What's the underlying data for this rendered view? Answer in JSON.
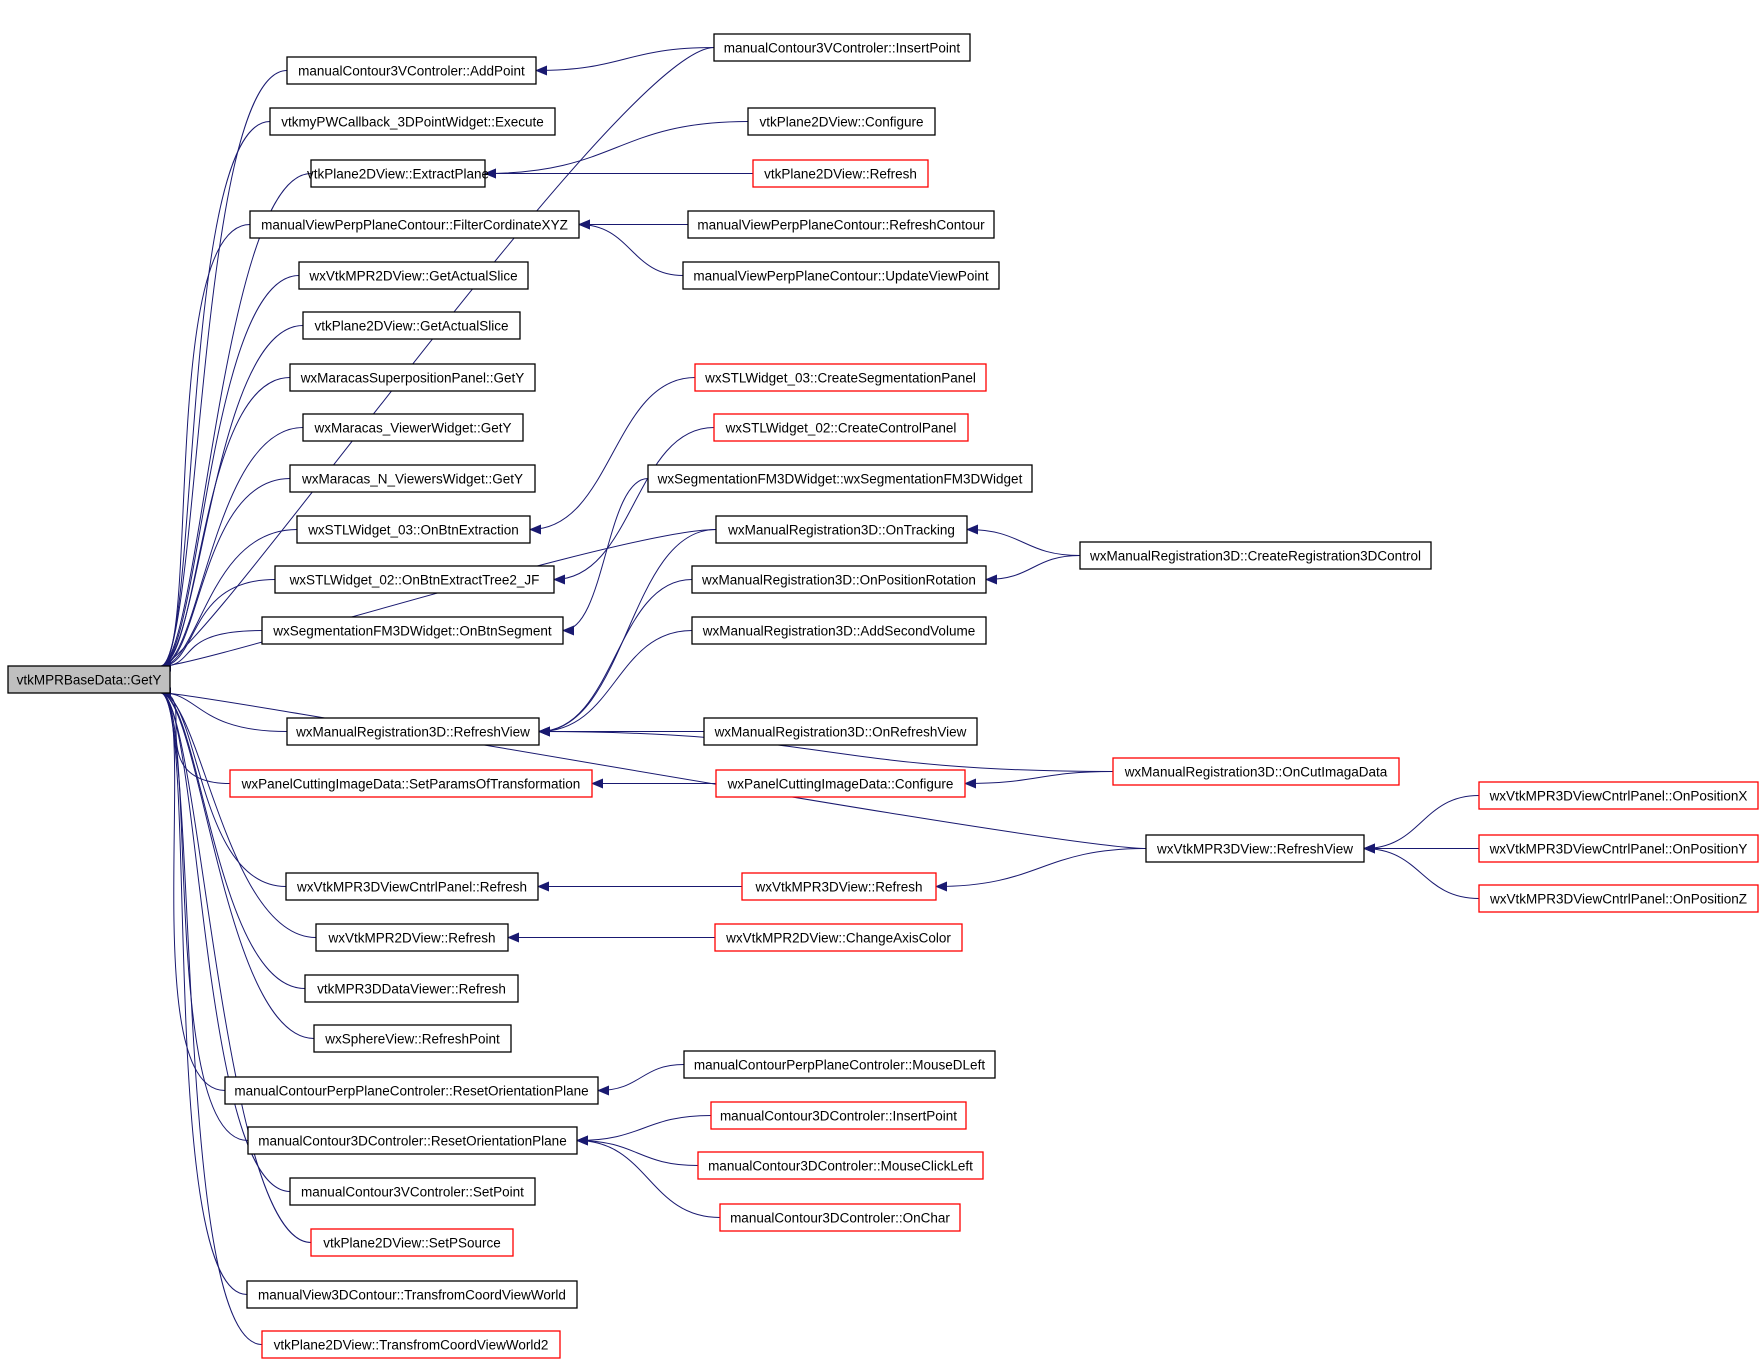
{
  "colors": {
    "edge": "#191970",
    "node_border": "#000000",
    "node_border_truncated": "#ff0000",
    "root_fill": "#bfbfbf",
    "node_fill": "#ffffff"
  },
  "nodes": [
    {
      "id": "n0",
      "label": "vtkMPRBaseData::GetY",
      "border": "black",
      "root": true
    },
    {
      "id": "n1",
      "label": "manualContour3VControler::AddPoint",
      "border": "black"
    },
    {
      "id": "n2",
      "label": "manualContour3VControler::InsertPoint",
      "border": "black"
    },
    {
      "id": "n3",
      "label": "vtkmyPWCallback_3DPointWidget::Execute",
      "border": "black"
    },
    {
      "id": "n4",
      "label": "vtkPlane2DView::ExtractPlane",
      "border": "black"
    },
    {
      "id": "n5",
      "label": "vtkPlane2DView::Configure",
      "border": "black"
    },
    {
      "id": "n6",
      "label": "vtkPlane2DView::Refresh",
      "border": "red"
    },
    {
      "id": "n7",
      "label": "manualViewPerpPlaneContour::FilterCordinateXYZ",
      "border": "black"
    },
    {
      "id": "n8",
      "label": "manualViewPerpPlaneContour::RefreshContour",
      "border": "black"
    },
    {
      "id": "n9",
      "label": "manualViewPerpPlaneContour::UpdateViewPoint",
      "border": "black"
    },
    {
      "id": "n10",
      "label": "wxVtkMPR2DView::GetActualSlice",
      "border": "black"
    },
    {
      "id": "n11",
      "label": "vtkPlane2DView::GetActualSlice",
      "border": "black"
    },
    {
      "id": "n12",
      "label": "wxMaracasSuperpositionPanel::GetY",
      "border": "black"
    },
    {
      "id": "n13",
      "label": "wxMaracas_ViewerWidget::GetY",
      "border": "black"
    },
    {
      "id": "n14",
      "label": "wxMaracas_N_ViewersWidget::GetY",
      "border": "black"
    },
    {
      "id": "n15",
      "label": "wxSTLWidget_03::OnBtnExtraction",
      "border": "black"
    },
    {
      "id": "n16",
      "label": "wxSTLWidget_03::CreateSegmentationPanel",
      "border": "red"
    },
    {
      "id": "n17",
      "label": "wxSTLWidget_02::OnBtnExtractTree2_JF",
      "border": "black"
    },
    {
      "id": "n18",
      "label": "wxSTLWidget_02::CreateControlPanel",
      "border": "red"
    },
    {
      "id": "n19",
      "label": "wxSegmentationFM3DWidget::OnBtnSegment",
      "border": "black"
    },
    {
      "id": "n20",
      "label": "wxSegmentationFM3DWidget::wxSegmentationFM3DWidget",
      "border": "black"
    },
    {
      "id": "n21",
      "label": "wxManualRegistration3D::OnTracking",
      "border": "black"
    },
    {
      "id": "n22",
      "label": "wxManualRegistration3D::CreateRegistration3DControl",
      "border": "black"
    },
    {
      "id": "n23",
      "label": "wxManualRegistration3D::OnPositionRotation",
      "border": "black"
    },
    {
      "id": "n24",
      "label": "wxManualRegistration3D::AddSecondVolume",
      "border": "black"
    },
    {
      "id": "n25",
      "label": "wxManualRegistration3D::RefreshView",
      "border": "black"
    },
    {
      "id": "n26",
      "label": "wxManualRegistration3D::OnRefreshView",
      "border": "black"
    },
    {
      "id": "n27",
      "label": "wxManualRegistration3D::OnCutImagaData",
      "border": "red"
    },
    {
      "id": "n28",
      "label": "wxPanelCuttingImageData::SetParamsOfTransformation",
      "border": "red"
    },
    {
      "id": "n29",
      "label": "wxPanelCuttingImageData::Configure",
      "border": "red"
    },
    {
      "id": "n30",
      "label": "wxVtkMPR3DView::RefreshView",
      "border": "black"
    },
    {
      "id": "n31",
      "label": "wxVtkMPR3DViewCntrlPanel::OnPositionX",
      "border": "red"
    },
    {
      "id": "n32",
      "label": "wxVtkMPR3DViewCntrlPanel::OnPositionY",
      "border": "red"
    },
    {
      "id": "n33",
      "label": "wxVtkMPR3DViewCntrlPanel::OnPositionZ",
      "border": "red"
    },
    {
      "id": "n34",
      "label": "wxVtkMPR3DViewCntrlPanel::Refresh",
      "border": "black"
    },
    {
      "id": "n35",
      "label": "wxVtkMPR3DView::Refresh",
      "border": "red"
    },
    {
      "id": "n36",
      "label": "wxVtkMPR2DView::Refresh",
      "border": "black"
    },
    {
      "id": "n37",
      "label": "wxVtkMPR2DView::ChangeAxisColor",
      "border": "red"
    },
    {
      "id": "n38",
      "label": "vtkMPR3DDataViewer::Refresh",
      "border": "black"
    },
    {
      "id": "n39",
      "label": "wxSphereView::RefreshPoint",
      "border": "black"
    },
    {
      "id": "n40",
      "label": "manualContourPerpPlaneControler::ResetOrientationPlane",
      "border": "black"
    },
    {
      "id": "n41",
      "label": "manualContourPerpPlaneControler::MouseDLeft",
      "border": "black"
    },
    {
      "id": "n42",
      "label": "manualContour3DControler::ResetOrientationPlane",
      "border": "black"
    },
    {
      "id": "n43",
      "label": "manualContour3DControler::InsertPoint",
      "border": "red"
    },
    {
      "id": "n44",
      "label": "manualContour3DControler::MouseClickLeft",
      "border": "red"
    },
    {
      "id": "n45",
      "label": "manualContour3DControler::OnChar",
      "border": "red"
    },
    {
      "id": "n46",
      "label": "manualContour3VControler::SetPoint",
      "border": "black"
    },
    {
      "id": "n47",
      "label": "vtkPlane2DView::SetPSource",
      "border": "red"
    },
    {
      "id": "n48",
      "label": "manualView3DContour::TransfromCoordViewWorld",
      "border": "black"
    },
    {
      "id": "n49",
      "label": "vtkPlane2DView::TransfromCoordViewWorld2",
      "border": "red"
    }
  ],
  "edges": [
    {
      "from": "n1",
      "to": "n0"
    },
    {
      "from": "n2",
      "to": "n0"
    },
    {
      "from": "n3",
      "to": "n0"
    },
    {
      "from": "n4",
      "to": "n0"
    },
    {
      "from": "n7",
      "to": "n0"
    },
    {
      "from": "n10",
      "to": "n0"
    },
    {
      "from": "n11",
      "to": "n0"
    },
    {
      "from": "n12",
      "to": "n0"
    },
    {
      "from": "n13",
      "to": "n0"
    },
    {
      "from": "n14",
      "to": "n0"
    },
    {
      "from": "n15",
      "to": "n0"
    },
    {
      "from": "n17",
      "to": "n0"
    },
    {
      "from": "n19",
      "to": "n0"
    },
    {
      "from": "n21",
      "to": "n0"
    },
    {
      "from": "n25",
      "to": "n0"
    },
    {
      "from": "n28",
      "to": "n0"
    },
    {
      "from": "n30",
      "to": "n0"
    },
    {
      "from": "n34",
      "to": "n0"
    },
    {
      "from": "n36",
      "to": "n0"
    },
    {
      "from": "n38",
      "to": "n0"
    },
    {
      "from": "n39",
      "to": "n0"
    },
    {
      "from": "n40",
      "to": "n0"
    },
    {
      "from": "n42",
      "to": "n0"
    },
    {
      "from": "n46",
      "to": "n0"
    },
    {
      "from": "n47",
      "to": "n0"
    },
    {
      "from": "n48",
      "to": "n0"
    },
    {
      "from": "n49",
      "to": "n0"
    },
    {
      "from": "n2",
      "to": "n1"
    },
    {
      "from": "n5",
      "to": "n4"
    },
    {
      "from": "n6",
      "to": "n4"
    },
    {
      "from": "n8",
      "to": "n7"
    },
    {
      "from": "n9",
      "to": "n7"
    },
    {
      "from": "n16",
      "to": "n15"
    },
    {
      "from": "n18",
      "to": "n17"
    },
    {
      "from": "n20",
      "to": "n19"
    },
    {
      "from": "n22",
      "to": "n21"
    },
    {
      "from": "n22",
      "to": "n23"
    },
    {
      "from": "n21",
      "to": "n25"
    },
    {
      "from": "n23",
      "to": "n25"
    },
    {
      "from": "n24",
      "to": "n25"
    },
    {
      "from": "n26",
      "to": "n25"
    },
    {
      "from": "n27",
      "to": "n25"
    },
    {
      "from": "n29",
      "to": "n28"
    },
    {
      "from": "n27",
      "to": "n29"
    },
    {
      "from": "n31",
      "to": "n30"
    },
    {
      "from": "n32",
      "to": "n30"
    },
    {
      "from": "n33",
      "to": "n30"
    },
    {
      "from": "n35",
      "to": "n34"
    },
    {
      "from": "n30",
      "to": "n35"
    },
    {
      "from": "n37",
      "to": "n36"
    },
    {
      "from": "n41",
      "to": "n40"
    },
    {
      "from": "n43",
      "to": "n42"
    },
    {
      "from": "n44",
      "to": "n42"
    },
    {
      "from": "n45",
      "to": "n42"
    }
  ]
}
